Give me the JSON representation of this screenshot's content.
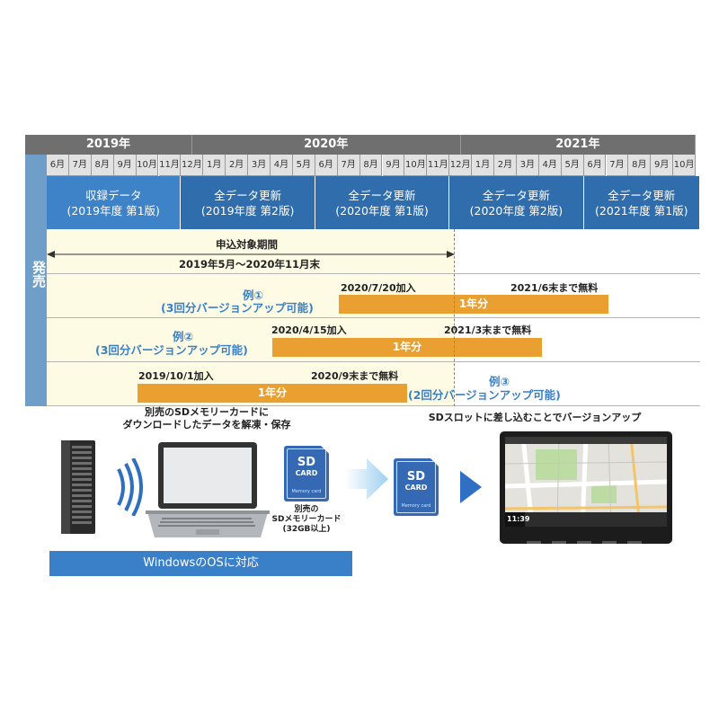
{
  "timeline": {
    "years": [
      "2019年",
      "2020年",
      "2021年"
    ],
    "months": [
      "6月",
      "7月",
      "8月",
      "9月",
      "10月",
      "11月",
      "12月",
      "1月",
      "2月",
      "3月",
      "4月",
      "5月",
      "6月",
      "7月",
      "8月",
      "9月",
      "10月",
      "11月",
      "12月",
      "1月",
      "2月",
      "3月",
      "4月",
      "5月",
      "6月",
      "7月",
      "8月",
      "9月",
      "10月"
    ],
    "side_label": "発売",
    "versions": [
      {
        "name": "収録データ",
        "sub": "(2019年度 第1版)"
      },
      {
        "name": "全データ更新",
        "sub": "(2019年度 第2版)"
      },
      {
        "name": "全データ更新",
        "sub": "(2020年度 第1版)"
      },
      {
        "name": "全データ更新",
        "sub": "(2020年度 第2版)"
      },
      {
        "name": "全データ更新",
        "sub": "(2021年度 第1版)"
      }
    ],
    "period": {
      "title": "申込対象期間",
      "range": "2019年5月～2020年11月末"
    },
    "examples": [
      {
        "label": "例①",
        "detail": "(3回分バージョンアップ可能)",
        "added": "2020/7/20加入",
        "free_until": "2021/6末まで無料",
        "bar": "1年分"
      },
      {
        "label": "例②",
        "detail": "(3回分バージョンアップ可能)",
        "added": "2020/4/15加入",
        "free_until": "2021/3末まで無料",
        "bar": "1年分"
      },
      {
        "label": "例③",
        "detail": "(2回分バージョンアップ可能)",
        "added": "2019/10/1加入",
        "free_until": "2020/9末まで無料",
        "bar": "1年分"
      }
    ]
  },
  "bottom": {
    "caption_download": "別売のSDメモリーカードに\nダウンロードしたデータを解凍・保存",
    "caption_insert": "SDスロットに差し込むことでバージョンアップ",
    "sd_logo": "SD",
    "sd_sub": "CARD",
    "sd_memory": "Memory card",
    "sd_caption": "別売の\nSDメモリーカード\n(32GB以上)",
    "windows_label": "WindowsのOSに対応",
    "nav_time": "11:39",
    "colors": {
      "accent": "#3a80c9",
      "bar": "#e9a031",
      "version": "#2f6dad"
    }
  }
}
